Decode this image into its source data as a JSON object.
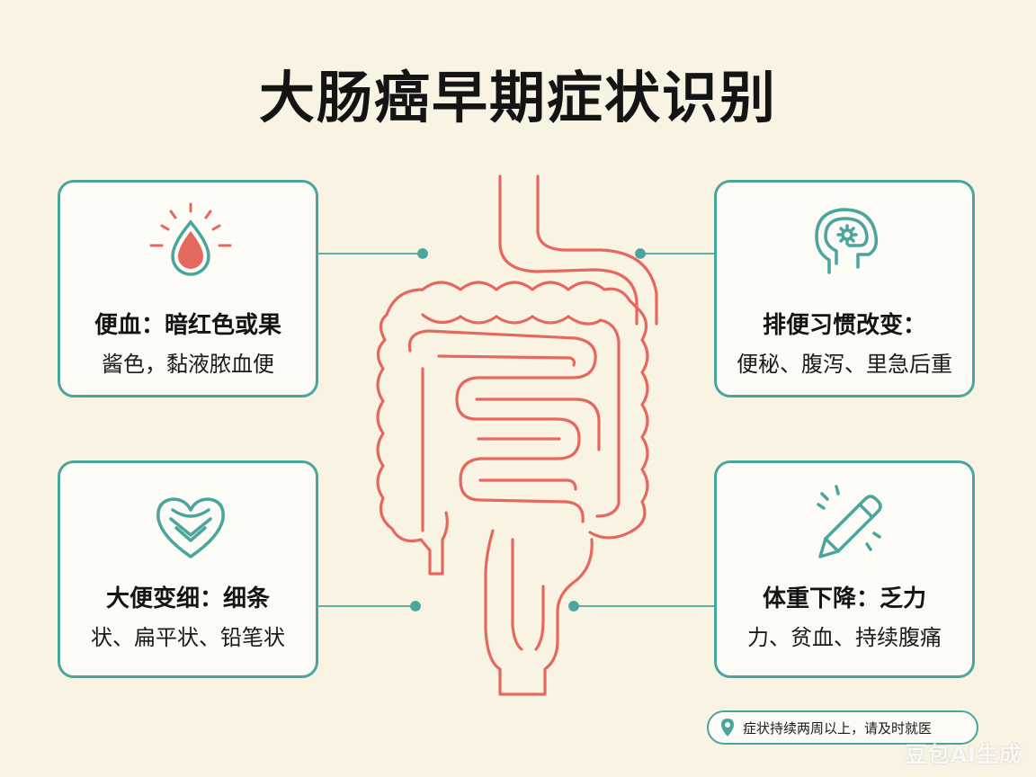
{
  "title": "大肠癌早期症状识别",
  "cards": [
    {
      "icon": "blood-drop-icon",
      "heading": "便血：暗红色或果",
      "detail": "酱色，黏液脓血便"
    },
    {
      "icon": "head-gear-icon",
      "heading": "排便习惯改变：",
      "detail": "便秘、腹泻、里急后重"
    },
    {
      "icon": "heart-chevron-icon",
      "heading": "大便变细：细条",
      "detail": "状、扁平状、铅笔状"
    },
    {
      "icon": "pencil-icon",
      "heading": "体重下降：乏力",
      "detail": "力、贫血、持续腹痛"
    }
  ],
  "note": {
    "icon": "location-pin-icon",
    "text": "症状持续两周以上，请及时就医"
  },
  "watermark": "豆包AI生成",
  "colors": {
    "accent": "#4aa59c",
    "organ": "#e4685e",
    "background": "#f9f3e4"
  }
}
